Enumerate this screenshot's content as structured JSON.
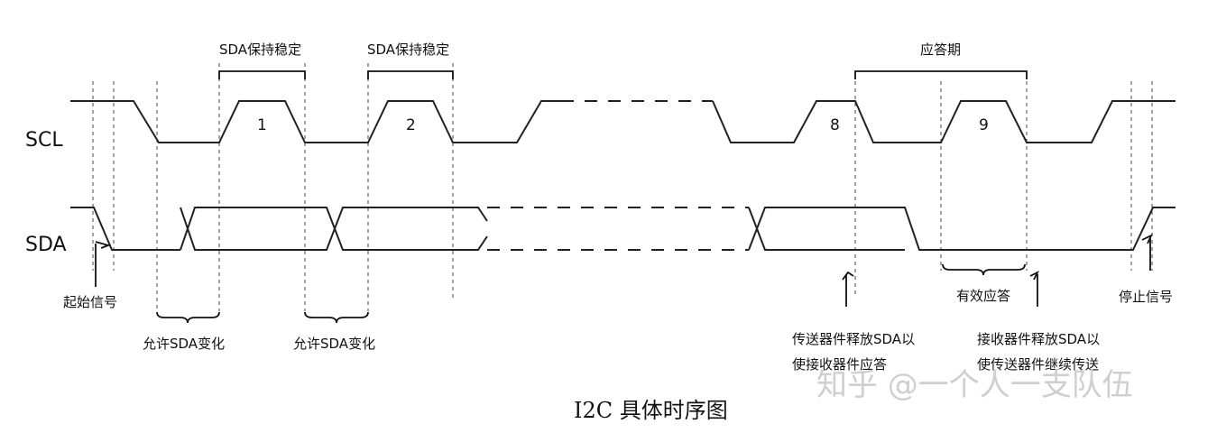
{
  "signals": {
    "scl": "SCL",
    "sda": "SDA"
  },
  "clock_numbers": [
    "1",
    "2",
    "8",
    "9"
  ],
  "brackets_top": {
    "hold1": "SDA保持稳定",
    "hold2": "SDA保持稳定",
    "ack_period": "应答期"
  },
  "annotations": {
    "start": "起始信号",
    "allow_change_1": "允许SDA变化",
    "allow_change_2": "允许SDA变化",
    "valid_ack": "有效应答",
    "stop": "停止信号",
    "transmitter_release": [
      "传送器件释放SDA以",
      "使接收器件应答"
    ],
    "receiver_release": [
      "接收器件释放SDA以",
      "使传送器件继续传送"
    ]
  },
  "caption": "I2C 具体时序图",
  "watermark": "知乎 @一个人一支队伍"
}
